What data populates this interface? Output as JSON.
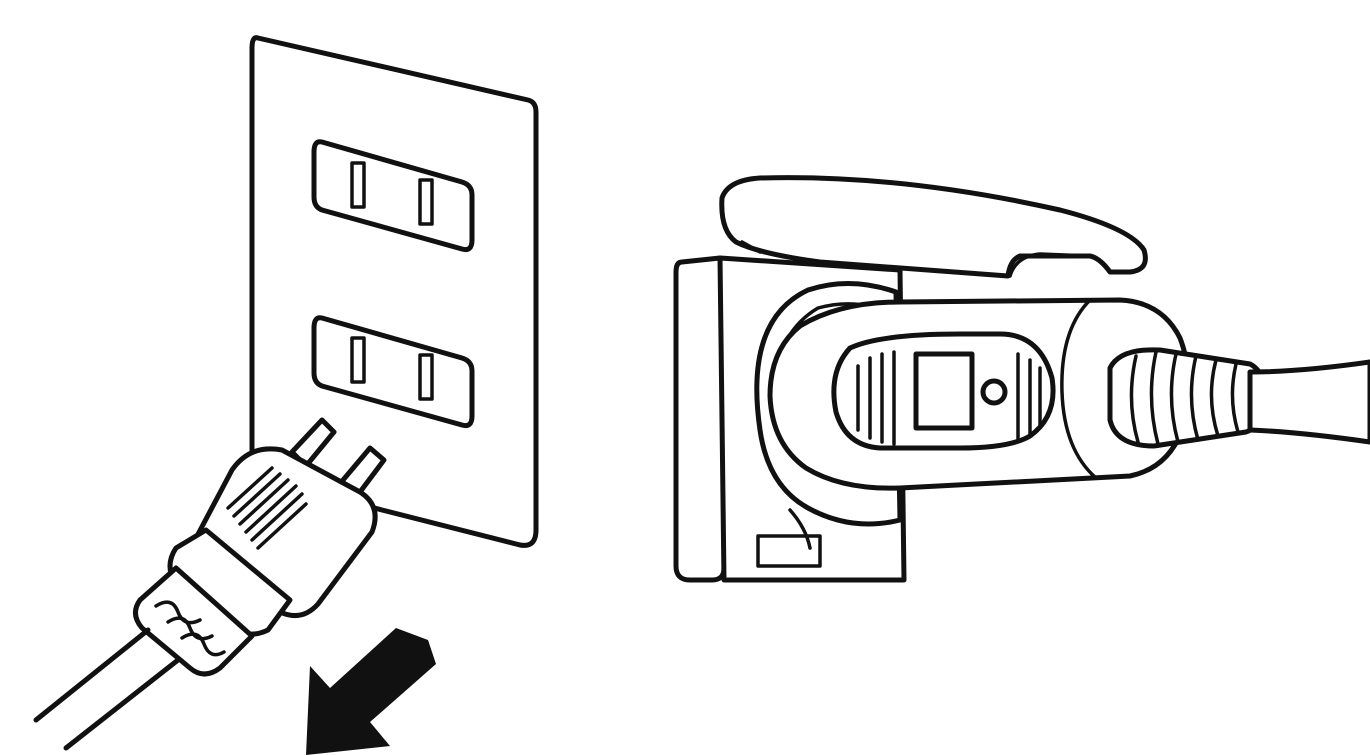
{
  "illustration": {
    "panels": [
      {
        "id": "left",
        "subject": "plug-removed-from-wall-outlet"
      },
      {
        "id": "right",
        "subject": "plug-adapter-with-hinged-cover"
      }
    ],
    "colors": {
      "line": "#111111",
      "background": "#ffffff"
    },
    "icons": [
      "wall-outlet-icon",
      "plug-icon",
      "pull-arrow-icon",
      "adapter-icon",
      "cable-icon"
    ]
  }
}
